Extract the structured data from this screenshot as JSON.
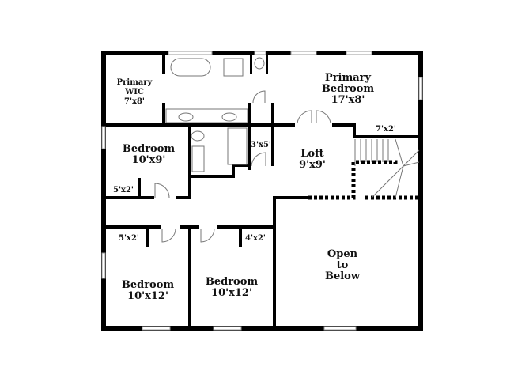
{
  "rooms": {
    "primary_wic": {
      "name1": "Primary",
      "name2": "WIC",
      "size": "7'x8'"
    },
    "primary_bedroom": {
      "name1": "Primary",
      "name2": "Bedroom",
      "size": "17'x8'"
    },
    "closet_7x2": {
      "size": "7'x2'"
    },
    "bedroom_a": {
      "name": "Bedroom",
      "size": "10'x9'"
    },
    "closet_3x5": {
      "size": "3'x5'"
    },
    "loft": {
      "name": "Loft",
      "size": "9'x9'"
    },
    "closet_5x2_a": {
      "size": "5'x2'"
    },
    "closet_5x2_b": {
      "size": "5'x2'"
    },
    "closet_4x2": {
      "size": "4'x2'"
    },
    "open_to_below": {
      "line1": "Open",
      "line2": "to",
      "line3": "Below"
    },
    "bedroom_b": {
      "name": "Bedroom",
      "size": "10'x12'"
    },
    "bedroom_c": {
      "name": "Bedroom",
      "size": "10'x12'"
    }
  }
}
